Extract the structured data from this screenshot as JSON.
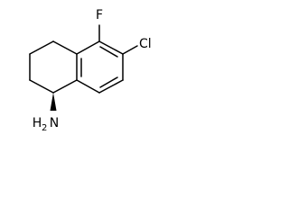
{
  "molecule": {
    "atoms": {
      "fluorine": "F",
      "chlorine": "Cl",
      "amine_main": "N",
      "amine_h": "H",
      "amine_h_count": "2"
    },
    "bond_color": "#000000",
    "background": "#ffffff",
    "stereo": {
      "amine_bond": "wedge-bold"
    }
  }
}
